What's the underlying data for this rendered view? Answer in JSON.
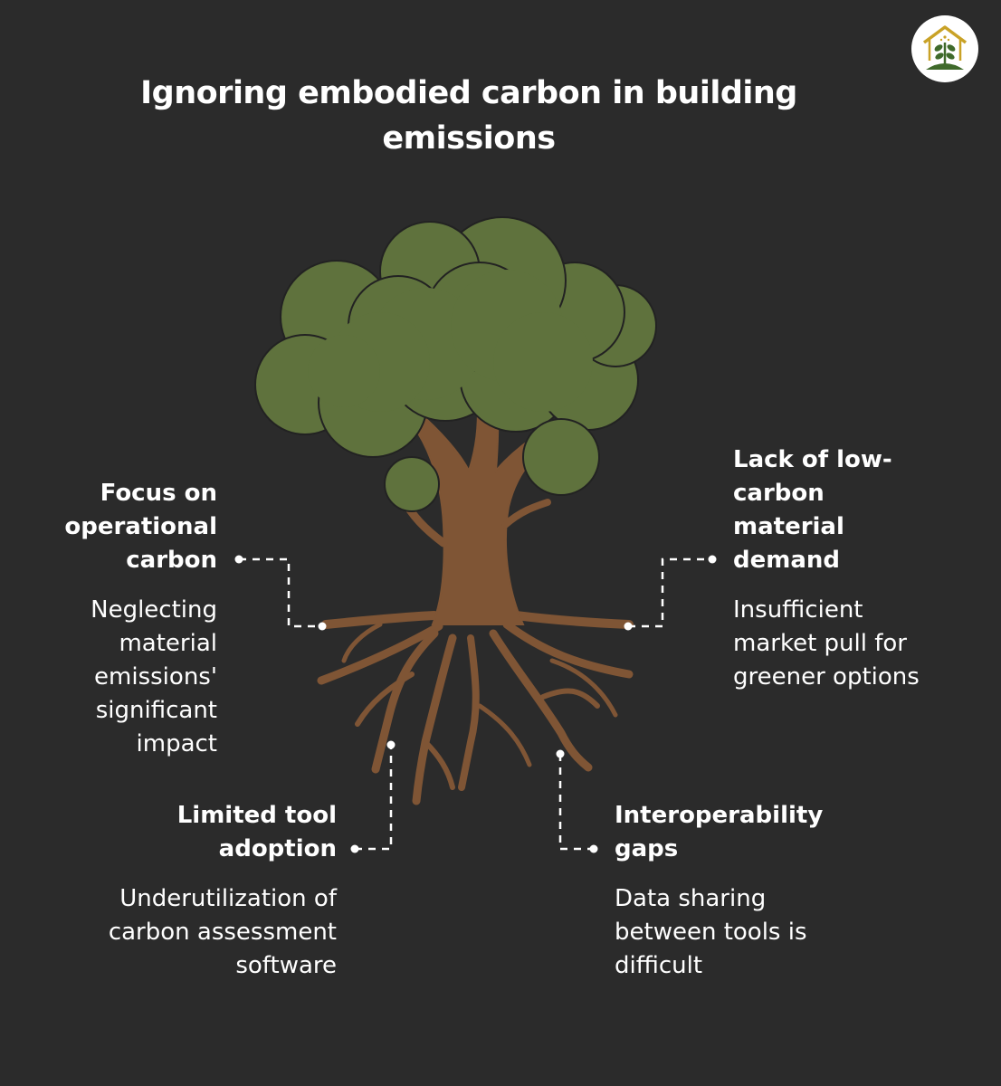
{
  "title": "Ignoring embodied carbon in building emissions",
  "logo": {
    "icon": "house-sprout-logo-icon"
  },
  "factors": {
    "operational": {
      "heading": "Focus on operational carbon",
      "description": "Neglecting material emissions' significant impact"
    },
    "demand": {
      "heading": "Lack of low-carbon material demand",
      "description": "Insufficient market pull for greener options"
    },
    "tools": {
      "heading": "Limited tool adoption",
      "description": "Underutilization of carbon assessment software"
    },
    "interop": {
      "heading": "Interoperability gaps",
      "description": "Data sharing between tools is difficult"
    }
  },
  "colors": {
    "background": "#2b2b2b",
    "foliage": "#5f723d",
    "trunk": "#7f5535",
    "outline": "#222222",
    "text": "#ffffff",
    "logo_gold": "#c9a227",
    "logo_green": "#3f6a2b"
  }
}
